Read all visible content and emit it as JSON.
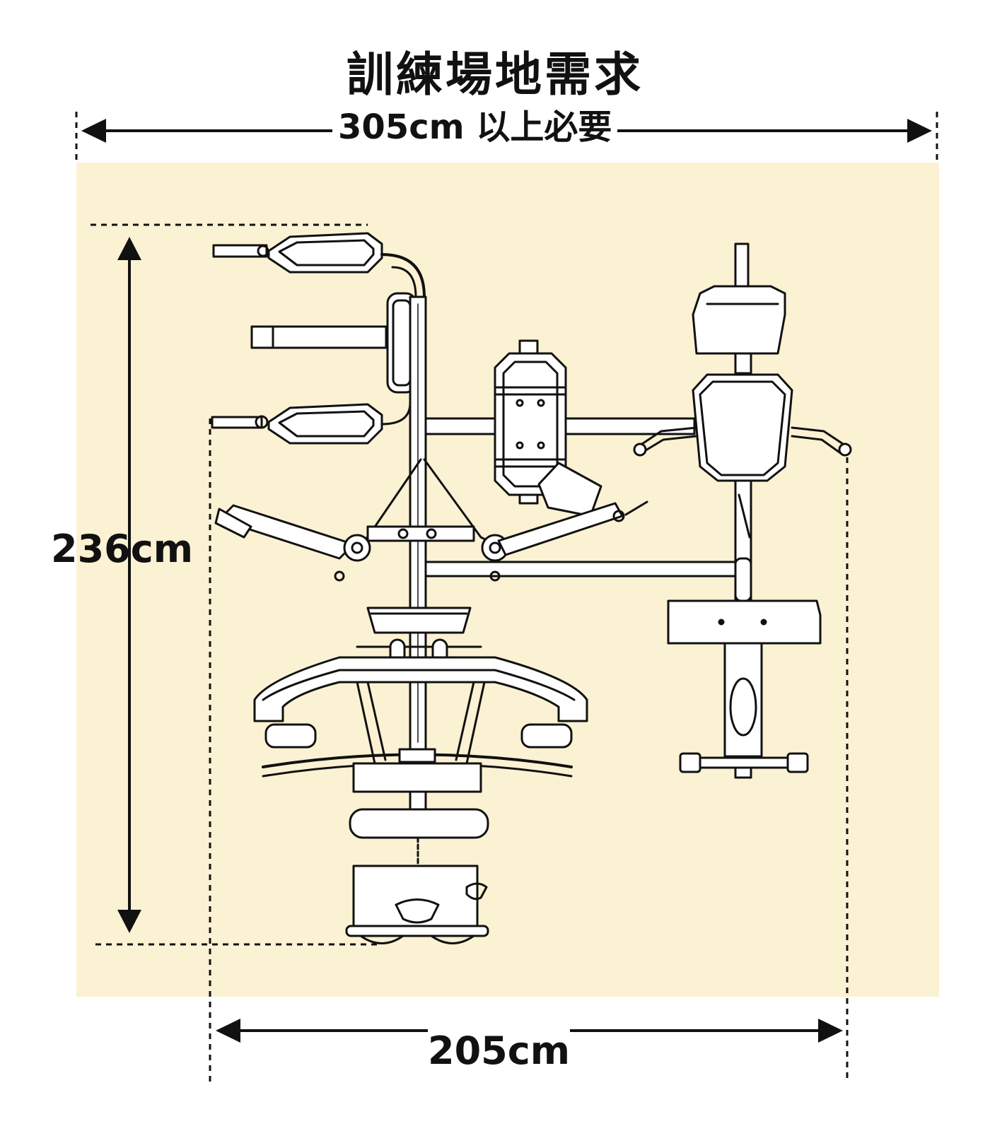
{
  "title": "訓練場地需求",
  "dimensions": {
    "width_total": "305cm 以上必要",
    "depth": "236cm",
    "width_machine": "205cm"
  },
  "colors": {
    "floor_area": "#FBF1D3",
    "line": "#111111",
    "background": "#FFFFFF"
  },
  "icons": {
    "equipment": "home-gym-top-view"
  }
}
